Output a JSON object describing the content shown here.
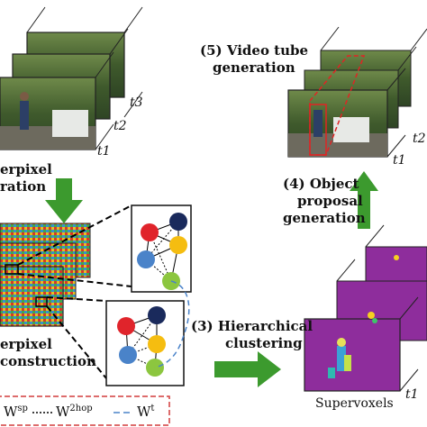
{
  "steps": {
    "step1_line1": "erpixel",
    "step1_line2": "ration",
    "step2_line1": "erpixel",
    "step2_line2": "construction",
    "step3_line1": "(3) Hierarchical",
    "step3_line2": "clustering",
    "step4_line1": "(4) Object",
    "step4_line2": "proposal",
    "step4_line3": "generation",
    "step5_line1": "(5) Video tube",
    "step5_line2": "generation"
  },
  "time_labels": {
    "left": [
      "t3",
      "t2",
      "t1"
    ],
    "right_top": [
      "t2",
      "t1"
    ],
    "right_bottom": [
      "t1"
    ]
  },
  "supervoxels_label": "Supervoxels",
  "legend": {
    "w_sp": "sp",
    "w_2hop": "2hop",
    "w_t": "t",
    "w_letter": "W"
  },
  "colors": {
    "arrow_green": "#3c9a2e",
    "legend_border": "#d23c3c",
    "purple_frame": "#8e2d9c",
    "node_red": "#e0242b",
    "node_blue": "#4a83c9",
    "node_yellow": "#f5bd10",
    "node_green": "#8cc63f",
    "node_navy": "#1a2a5c"
  }
}
